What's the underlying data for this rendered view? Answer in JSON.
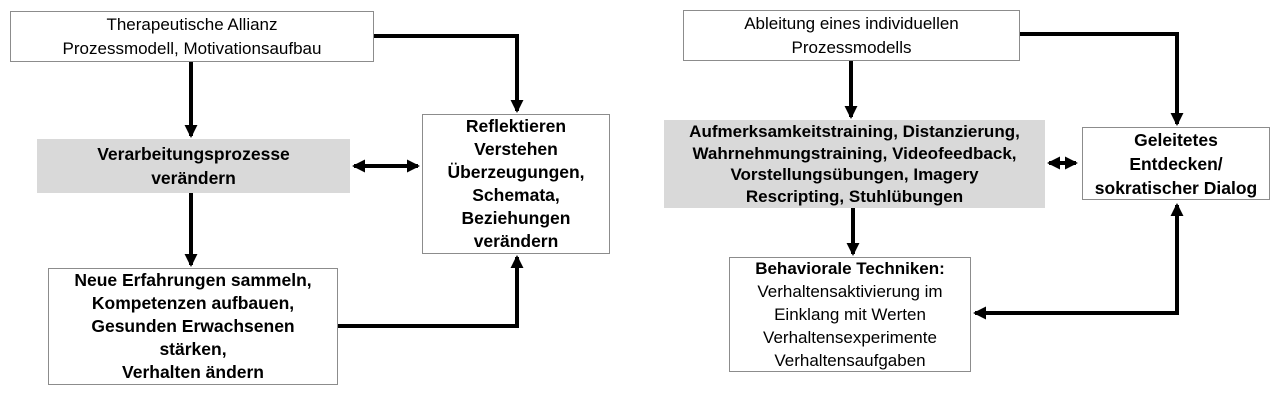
{
  "colors": {
    "background": "#ffffff",
    "gray_fill": "#d9d9d9",
    "box_border": "#8c8c8c",
    "arrow": "#000000",
    "text": "#000000"
  },
  "left_flow": {
    "top_box": {
      "lines": [
        "Therapeutische Allianz",
        "Prozessmodell, Motivationsaufbau"
      ]
    },
    "processing_box": {
      "lines": [
        "Verarbeitungsprozesse",
        "verändern"
      ]
    },
    "reflect_box": {
      "lines": [
        "Reflektieren",
        "Verstehen",
        "Überzeugungen,",
        "Schemata,",
        "Beziehungen",
        "verändern"
      ]
    },
    "experience_box": {
      "lines": [
        "Neue Erfahrungen sammeln,",
        "Kompetenzen aufbauen,",
        "Gesunden Erwachsenen",
        "stärken,",
        "Verhalten ändern"
      ]
    }
  },
  "right_flow": {
    "top_box": {
      "lines": [
        "Ableitung eines individuellen",
        "Prozessmodells"
      ]
    },
    "techniques_box": {
      "lines": [
        "Aufmerksamkeitstraining, Distanzierung,",
        "Wahrnehmungstraining, Videofeedback,",
        "Vorstellungsübungen, Imagery",
        "Rescripting, Stuhlübungen"
      ]
    },
    "dialog_box": {
      "lines": [
        "Geleitetes",
        "Entdecken/",
        "sokratischer Dialog"
      ]
    },
    "behavioral_box": {
      "heading": "Behaviorale Techniken:",
      "lines": [
        "Verhaltensaktivierung im",
        "Einklang mit Werten",
        "Verhaltensexperimente",
        "Verhaltensaufgaben"
      ]
    }
  }
}
